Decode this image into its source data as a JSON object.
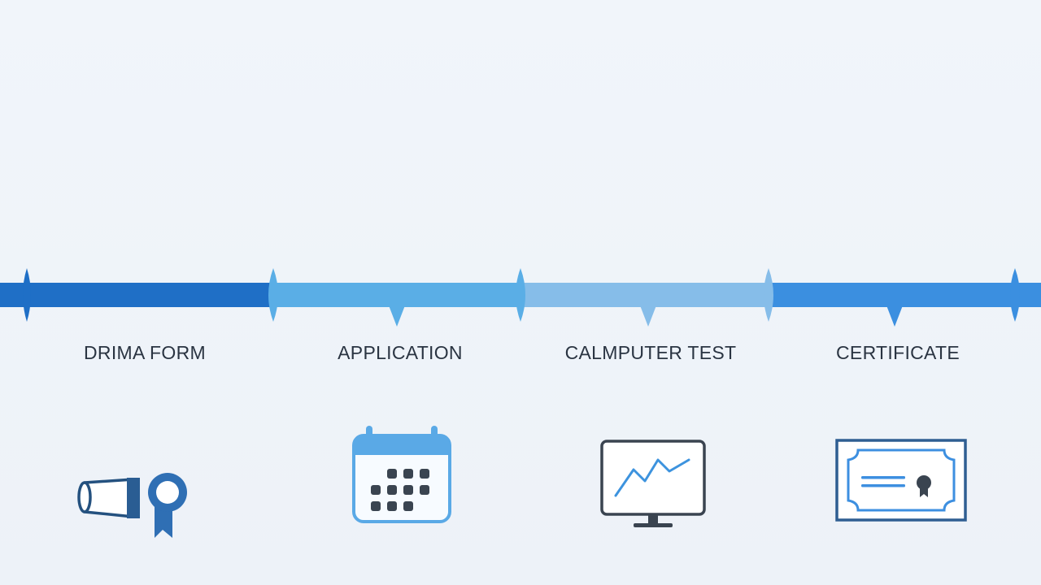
{
  "steps": [
    {
      "label": "DRIMA FORM",
      "icon": "diploma-ribbon-icon",
      "segment_color": "#1f6fc6"
    },
    {
      "label": "APPLICATION",
      "icon": "calendar-icon",
      "segment_color": "#5aaee6"
    },
    {
      "label": "CALMPUTER TEST",
      "icon": "computer-monitor-icon",
      "segment_color": "#86bde9"
    },
    {
      "label": "CERTIFICATE",
      "icon": "certificate-icon",
      "segment_color": "#3b8fe0"
    }
  ],
  "colors": {
    "background": "#eff4f9",
    "text": "#2a3442",
    "icon_dark": "#2f6fb4",
    "icon_light": "#5aa9e6",
    "icon_gray": "#3a4450"
  }
}
